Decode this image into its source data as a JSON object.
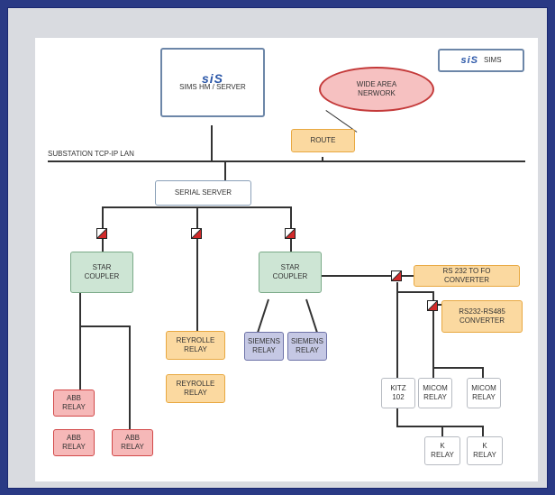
{
  "server": {
    "logo": "siS",
    "label": "SIMS HM / SERVER"
  },
  "top_right": {
    "logo": "siS",
    "label": "SIMS"
  },
  "wan": "WIDE AREA NERWORK",
  "route": "ROUTE",
  "lan_label": "SUBSTATION TCP-IP LAN",
  "serial_server": "SERIAL SERVER",
  "star_coupler_1": "STAR COUPLER",
  "star_coupler_2": "STAR COUPLER",
  "abb_relays": [
    "ABB RELAY",
    "ABB RELAY",
    "ABB RELAY"
  ],
  "reyrolle_relays": [
    "REYROLLE RELAY",
    "REYROLLE RELAY"
  ],
  "siemens_relays": [
    "SIEMENS RELAY",
    "SIEMENS RELAY"
  ],
  "rs232_fo": "RS 232 TO FO CONVERTER",
  "rs232_rs485": "RS232-RS485 CONVERTER",
  "kitz": "KITZ 102",
  "micom_relays": [
    "MICOM RELAY",
    "MICOM RELAY"
  ],
  "k_relays": [
    "K RELAY",
    "K RELAY"
  ],
  "colors": {
    "frame": "#2a3a85",
    "green": "#cde5d4",
    "orange": "#fbd9a0",
    "red": "#f6b8b8",
    "purple": "#c5c8e4"
  }
}
